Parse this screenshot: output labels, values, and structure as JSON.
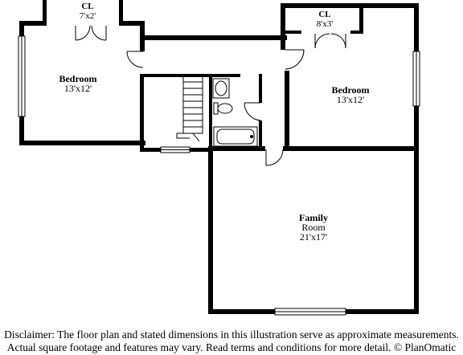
{
  "rooms": {
    "bedroom_left": {
      "name": "Bedroom",
      "dim": "13'x12'"
    },
    "bedroom_right": {
      "name": "Bedroom",
      "dim": "13'x12'"
    },
    "family_room": {
      "name": "Family",
      "name2": "Room",
      "dim": "21'x17'"
    },
    "closet_left": {
      "name": "CL",
      "dim": "7'x2'"
    },
    "closet_right": {
      "name": "CL",
      "dim": "8'x3'"
    }
  },
  "disclaimer": {
    "line1": "Disclaimer: The floor plan and stated dimensions in this illustration serve as approximate measurements.",
    "line2": "Actual square footage and features may vary. Read terms and conditions for more detail. © PlanOmatic"
  },
  "colors": {
    "wall": "#000000",
    "background": "#ffffff",
    "window": "#ffffff"
  }
}
